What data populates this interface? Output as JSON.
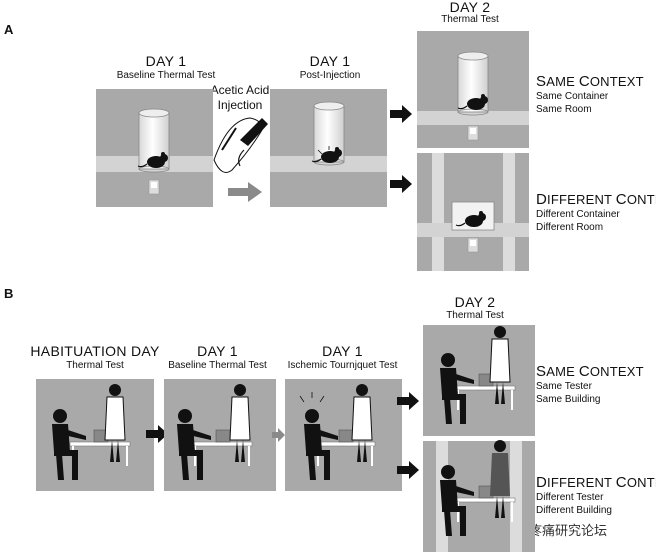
{
  "panelA": {
    "letter": "A",
    "day1_baseline": {
      "title": "DAY 1",
      "subtitle": "Baseline Thermal Test"
    },
    "injection": {
      "line1": "Acetic Acid",
      "line2": "Injection"
    },
    "day1_post": {
      "title": "DAY 1",
      "subtitle": "Post-Injection"
    },
    "day2": {
      "title": "DAY 2",
      "subtitle": "Thermal Test"
    },
    "same_context": {
      "title_cap1": "S",
      "title_rest1": "AME ",
      "title_cap2": "C",
      "title_rest2": "ONTEXT",
      "line1": "Same Container",
      "line2": "Same Room"
    },
    "different_context": {
      "title_cap1": "D",
      "title_rest1": "IFFERENT ",
      "title_cap2": "C",
      "title_rest2": "ONTEXT",
      "line1": "Different Container",
      "line2": "Different Room"
    }
  },
  "panelB": {
    "letter": "B",
    "habituation": {
      "title": "HABITUATION DAY",
      "subtitle": "Thermal Test"
    },
    "day1_baseline": {
      "title": "DAY 1",
      "subtitle": "Baseline Thermal Test"
    },
    "day1_ischemic": {
      "title": "DAY 1",
      "subtitle": "Ischemic Tournjquet Test"
    },
    "day2": {
      "title": "DAY 2",
      "subtitle": "Thermal Test"
    },
    "same_context": {
      "title_cap1": "S",
      "title_rest1": "AME ",
      "title_cap2": "C",
      "title_rest2": "ONTEXT",
      "line1": "Same Tester",
      "line2": "Same Building"
    },
    "different_context": {
      "title_cap1": "D",
      "title_rest1": "IFFERENT ",
      "title_cap2": "C",
      "title_rest2": "ONTEXT",
      "line1": "Different Tester",
      "line2": "Different Building"
    }
  },
  "watermark": {
    "text": "疼痛研究论坛"
  },
  "colors": {
    "panel_bg": "#a9a9a9",
    "shelf": "#d3d3d3",
    "arrow": "#111111",
    "grey_arrow": "#8a8a8a"
  }
}
